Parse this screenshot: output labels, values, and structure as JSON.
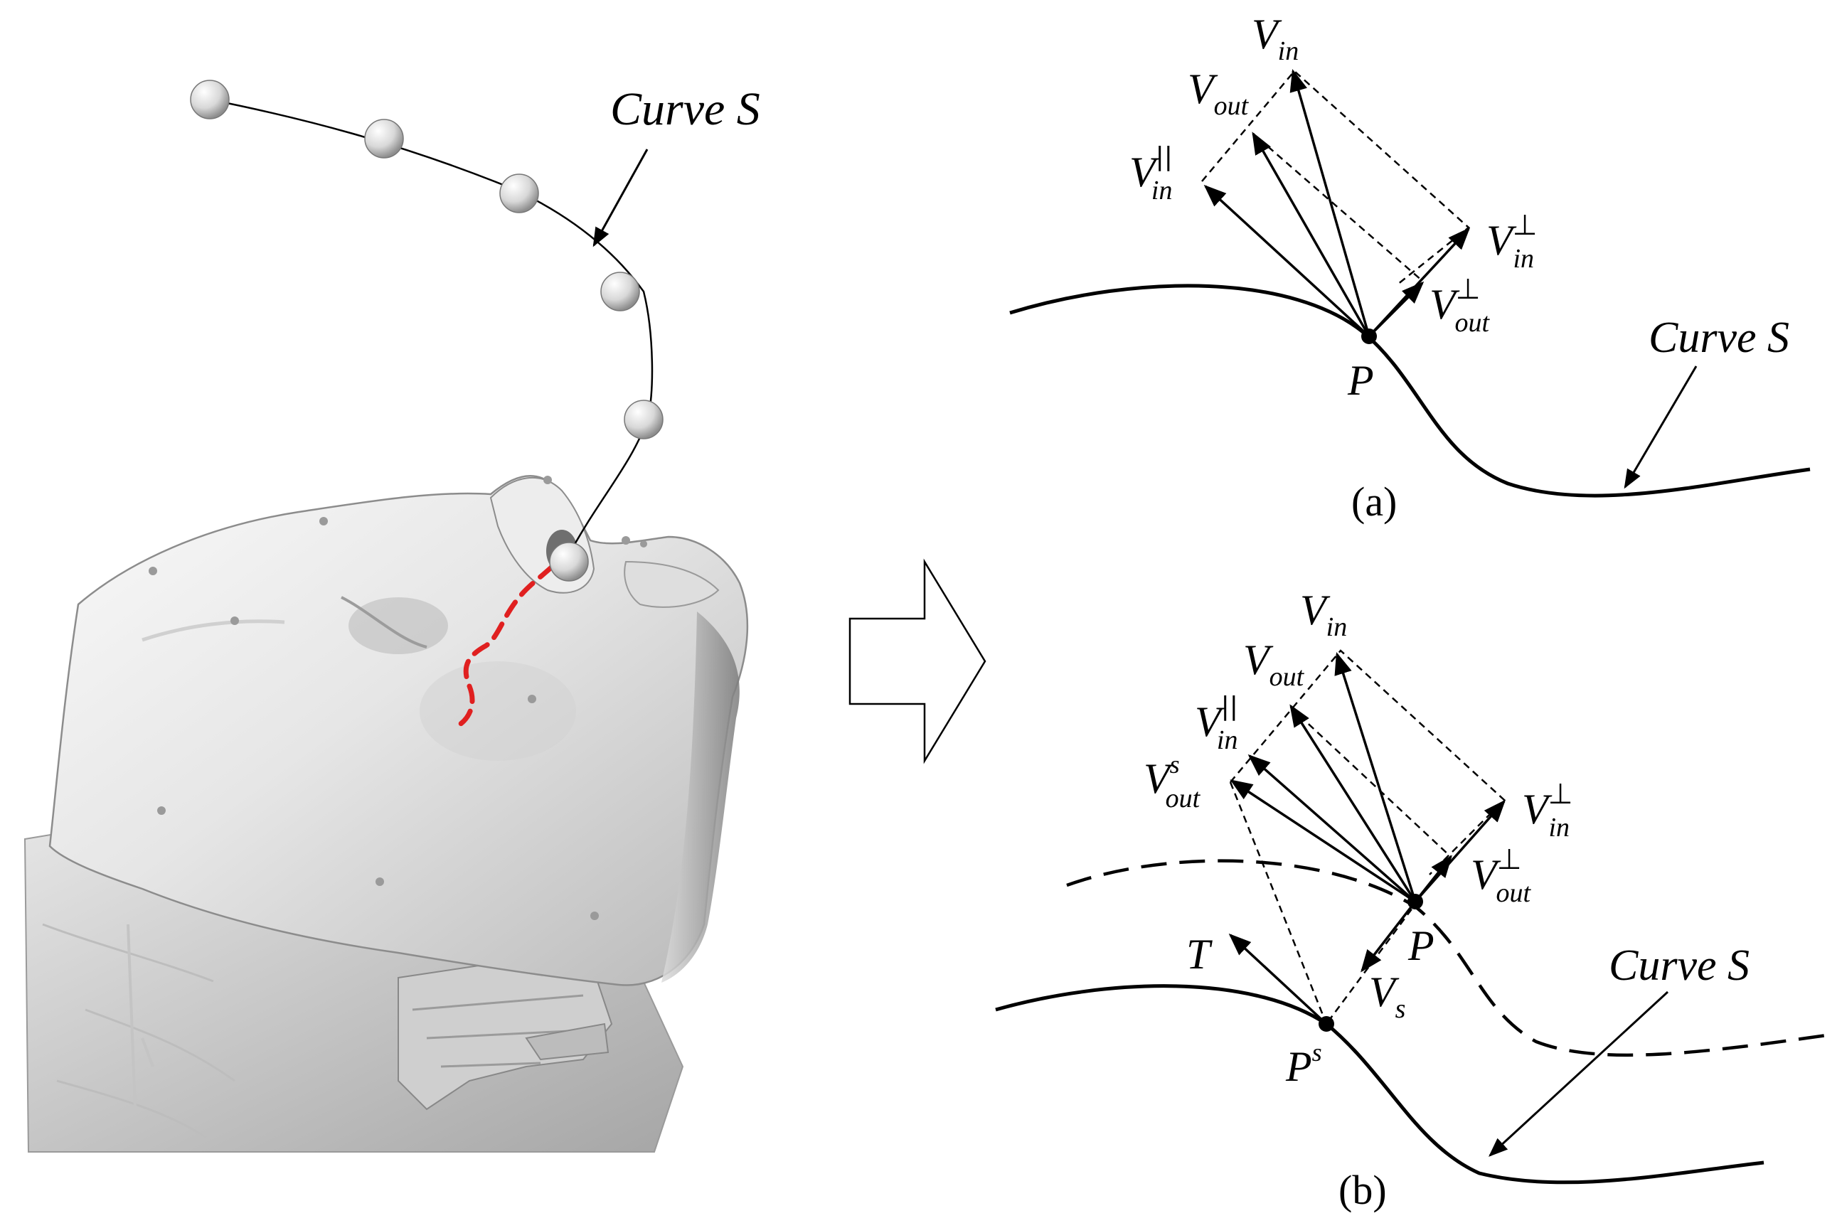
{
  "left_panel": {
    "curve_label": "Curve S"
  },
  "panel_a": {
    "caption": "(a)",
    "curve_label": "Curve S",
    "point_label": "P",
    "v_in": {
      "base": "V",
      "sub": "in"
    },
    "v_out": {
      "base": "V",
      "sub": "out"
    },
    "v_in_par": {
      "base": "V",
      "sub": "in",
      "sup": "||"
    },
    "v_in_perp": {
      "base": "V",
      "sub": "in",
      "sup": "⊥"
    },
    "v_out_perp": {
      "base": "V",
      "sub": "out",
      "sup": "⊥"
    }
  },
  "panel_b": {
    "caption": "(b)",
    "curve_label": "Curve S",
    "point_label": "P",
    "point_s_label": {
      "base": "P",
      "sup": "s"
    },
    "tangent_label": "T",
    "v_s": {
      "base": "V",
      "sub": "s"
    },
    "v_in": {
      "base": "V",
      "sub": "in"
    },
    "v_out": {
      "base": "V",
      "sub": "out"
    },
    "v_in_par": {
      "base": "V",
      "sub": "in",
      "sup": "||"
    },
    "v_out_s": {
      "base": "V",
      "sub": "out",
      "sup": "s"
    },
    "v_in_perp": {
      "base": "V",
      "sub": "in",
      "sup": "⊥"
    },
    "v_out_perp": {
      "base": "V",
      "sub": "out",
      "sup": "⊥"
    }
  },
  "colors": {
    "ink": "#000000",
    "path_marker": "#e02020",
    "skin_light": "#f2f2f2",
    "skin_mid": "#c8c8c8",
    "skin_dark": "#8a8a8a"
  }
}
